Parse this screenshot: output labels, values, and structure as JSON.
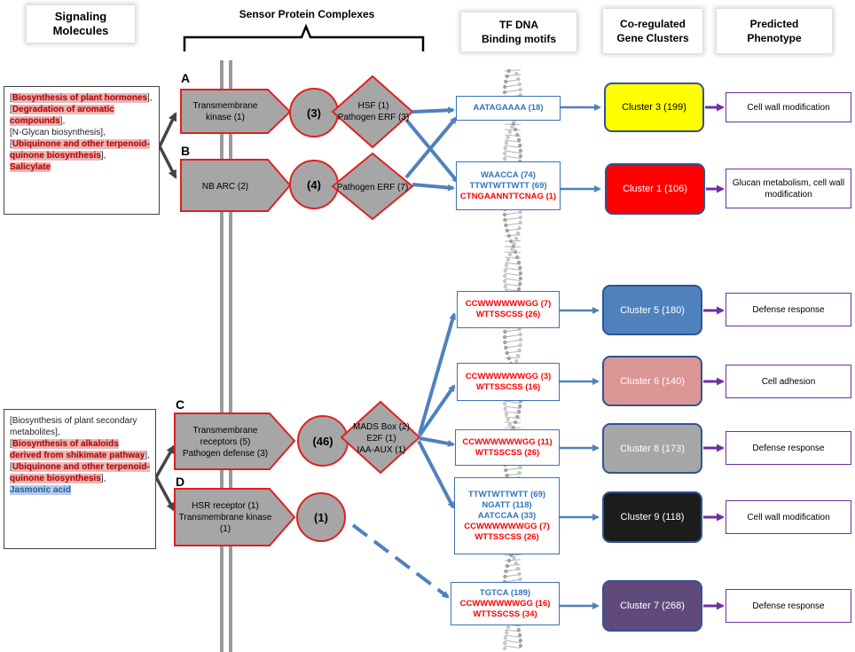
{
  "headers": {
    "signaling": "Signaling Molecules",
    "sensor": "Sensor Protein Complexes",
    "tf": "TF DNA Binding motifs",
    "clusters": "Co-regulated Gene Clusters",
    "phenotype": "Predicted Phenotype"
  },
  "panels": {
    "A": {
      "letter": "A",
      "receptor": "Transmembrane kinase (1)",
      "count": "(3)",
      "tf": "HSF (1)\nPathogen ERF (3)"
    },
    "B": {
      "letter": "B",
      "receptor": "NB ARC (2)",
      "count": "(4)",
      "tf": "Pathogen ERF (7)"
    },
    "C": {
      "letter": "C",
      "receptor": "Transmembrane receptors (5)\nPathogen defense (3)",
      "count": "(46)",
      "tf": "MADS Box (2)\nE2F (1)\nIAA-AUX (1)"
    },
    "D": {
      "letter": "D",
      "receptor": "HSR receptor (1)\nTransmembrane kinase (1)",
      "count": "(1)"
    }
  },
  "signals_top": [
    {
      "text": "[",
      "style": "plain"
    },
    {
      "text": "Biosynthesis of plant hormones",
      "style": "red"
    },
    {
      "text": "],\n[",
      "style": "plain"
    },
    {
      "text": "Degradation of aromatic compounds",
      "style": "red"
    },
    {
      "text": "],\n[N-Glycan biosynthesis],\n[",
      "style": "plain"
    },
    {
      "text": "Ubiquinone and other terpenoid-quinone biosynthesis",
      "style": "red"
    },
    {
      "text": "],\n",
      "style": "plain"
    },
    {
      "text": "Salicylate",
      "style": "red"
    }
  ],
  "signals_bottom": [
    {
      "text": "[Biosynthesis of plant secondary metabolites],\n[",
      "style": "plain"
    },
    {
      "text": "Biosynthesis of alkaloids derived from shikimate pathway",
      "style": "red"
    },
    {
      "text": "],\n[",
      "style": "plain"
    },
    {
      "text": "Ubiquinone and other terpenoid-quinone biosynthesis",
      "style": "red"
    },
    {
      "text": "],\n",
      "style": "plain"
    },
    {
      "text": "Jasmonic acid",
      "style": "blue"
    }
  ],
  "motifs": [
    {
      "id": "m1",
      "lines": [
        {
          "t": "AATAGAAAA (18)",
          "c": "blue"
        }
      ]
    },
    {
      "id": "m2",
      "lines": [
        {
          "t": "WAACCA (74)",
          "c": "blue"
        },
        {
          "t": "TTWTWTTWTT (69)",
          "c": "blue"
        },
        {
          "t": "CTNGAANNTTCNAG (1)",
          "c": "red"
        }
      ]
    },
    {
      "id": "m3",
      "lines": [
        {
          "t": "CCWWWWWWGG  (7)",
          "c": "red"
        },
        {
          "t": "WTTSSCSS (26)",
          "c": "red"
        }
      ]
    },
    {
      "id": "m4",
      "lines": [
        {
          "t": "CCWWWWWWGG  (3)",
          "c": "red"
        },
        {
          "t": "WTTSSCSS (16)",
          "c": "red"
        }
      ]
    },
    {
      "id": "m5",
      "lines": [
        {
          "t": "CCWWWWWWGG  (11)",
          "c": "red"
        },
        {
          "t": "WTTSSCSS (26)",
          "c": "red"
        }
      ]
    },
    {
      "id": "m6",
      "lines": [
        {
          "t": "TTWTWTTWTT (69)",
          "c": "blue"
        },
        {
          "t": "NGATT (118)",
          "c": "blue"
        },
        {
          "t": "AATCCAA (33)",
          "c": "blue"
        },
        {
          "t": "CCWWWWWWGG (7)",
          "c": "red"
        },
        {
          "t": "WTTSSCSS (26)",
          "c": "red"
        }
      ]
    },
    {
      "id": "m7",
      "lines": [
        {
          "t": "TGTCA (189)",
          "c": "blue"
        },
        {
          "t": "CCWWWWWWGG (16)",
          "c": "red"
        },
        {
          "t": "WTTSSCSS (34)",
          "c": "red"
        }
      ]
    }
  ],
  "clusters": [
    {
      "label": "Cluster 3 (199)",
      "fill": "#ffff00",
      "text": "#000000"
    },
    {
      "label": "Cluster 1 (106)",
      "fill": "#ff0000",
      "text": "#ffffff"
    },
    {
      "label": "Cluster 5 (180)",
      "fill": "#4f81bd",
      "text": "#ffffff"
    },
    {
      "label": "Cluster 6 (140)",
      "fill": "#da9694",
      "text": "#ffffff"
    },
    {
      "label": "Cluster 8 (173)",
      "fill": "#a6a6a6",
      "text": "#ffffff"
    },
    {
      "label": "Cluster 9 (118)",
      "fill": "#1c1c1c",
      "text": "#ffffff"
    },
    {
      "label": "Cluster 7 (268)",
      "fill": "#604a7b",
      "text": "#ffffff"
    }
  ],
  "phenotypes": [
    "Cell wall modification",
    "Glucan metabolism, cell wall modification",
    "Defense response",
    "Cell adhesion",
    "Defense response",
    "Cell wall modification",
    "Defense response"
  ],
  "colors": {
    "shape_fill": "#a6a6a6",
    "shape_stroke": "#e02020",
    "arrow_blue": "#4f81bd",
    "arrow_purple": "#7030a0",
    "membrane": "#a6a6a6"
  }
}
